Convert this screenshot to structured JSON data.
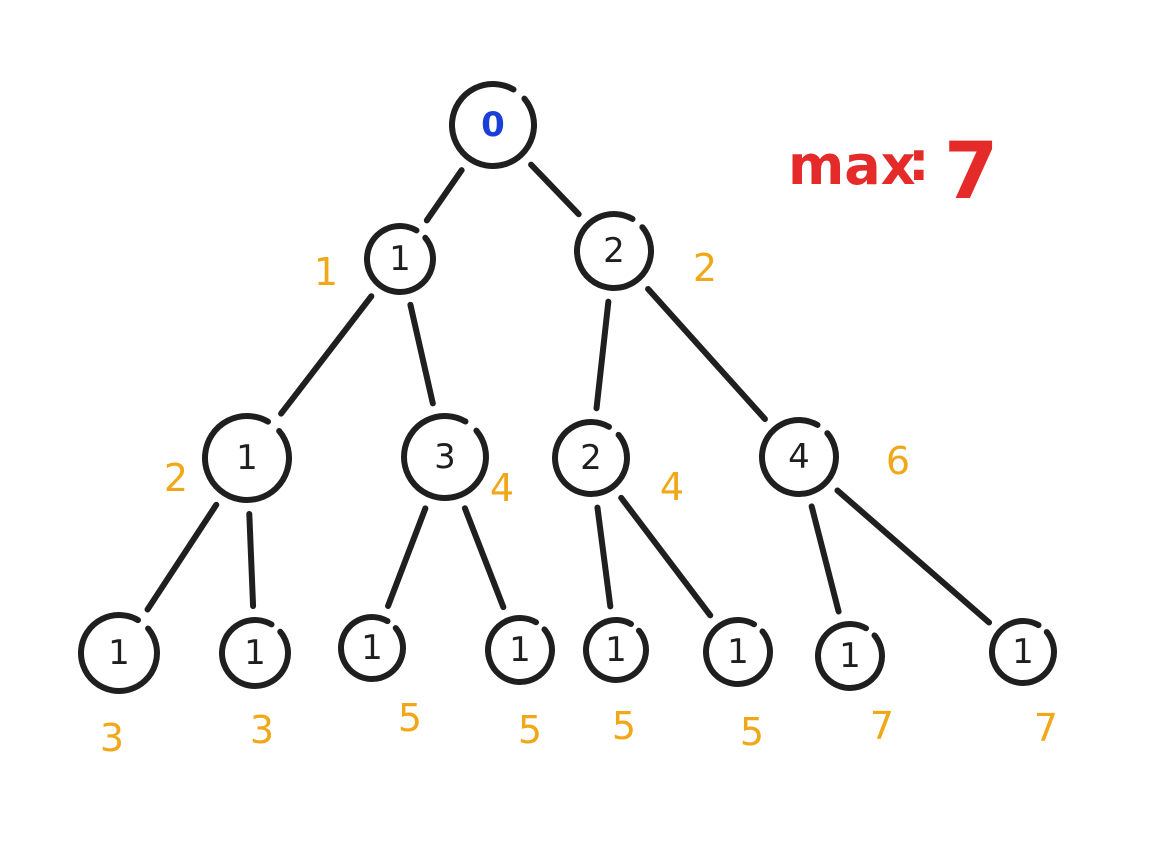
{
  "colors": {
    "ink": "#1f1f1f",
    "root": "#1a3fd6",
    "sum": "#f0a818",
    "max": "#e52a2a"
  },
  "max_label": "max",
  "max_sep": ":",
  "max_value": "7",
  "nodes": [
    {
      "id": "n0",
      "label": "0",
      "sum": ""
    },
    {
      "id": "n1",
      "label": "1",
      "sum": "1"
    },
    {
      "id": "n2",
      "label": "2",
      "sum": "2"
    },
    {
      "id": "n3",
      "label": "1",
      "sum": "2"
    },
    {
      "id": "n4",
      "label": "3",
      "sum": "4"
    },
    {
      "id": "n5",
      "label": "2",
      "sum": "4"
    },
    {
      "id": "n6",
      "label": "4",
      "sum": "6"
    },
    {
      "id": "n7",
      "label": "1",
      "sum": "3"
    },
    {
      "id": "n8",
      "label": "1",
      "sum": "3"
    },
    {
      "id": "n9",
      "label": "1",
      "sum": "5"
    },
    {
      "id": "n10",
      "label": "1",
      "sum": "5"
    },
    {
      "id": "n11",
      "label": "1",
      "sum": "5"
    },
    {
      "id": "n12",
      "label": "1",
      "sum": "5"
    },
    {
      "id": "n13",
      "label": "1",
      "sum": "7"
    },
    {
      "id": "n14",
      "label": "1",
      "sum": "7"
    }
  ],
  "edges": [
    [
      "n0",
      "n1"
    ],
    [
      "n0",
      "n2"
    ],
    [
      "n1",
      "n3"
    ],
    [
      "n1",
      "n4"
    ],
    [
      "n2",
      "n5"
    ],
    [
      "n2",
      "n6"
    ],
    [
      "n3",
      "n7"
    ],
    [
      "n3",
      "n8"
    ],
    [
      "n4",
      "n9"
    ],
    [
      "n4",
      "n10"
    ],
    [
      "n5",
      "n11"
    ],
    [
      "n5",
      "n12"
    ],
    [
      "n6",
      "n13"
    ],
    [
      "n6",
      "n14"
    ]
  ]
}
